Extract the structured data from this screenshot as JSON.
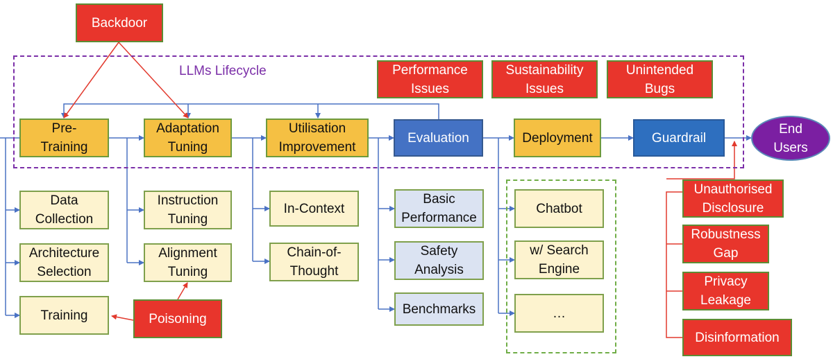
{
  "diagram": {
    "lifecycle_label": "LLMs Lifecycle",
    "threats_top": {
      "backdoor": "Backdoor",
      "performance": "Performance\nIssues",
      "sustainability": "Sustainability\nIssues",
      "unintended": "Unintended\nBugs"
    },
    "stages": {
      "pretraining": "Pre-\nTraining",
      "adaptation": "Adaptation\nTuning",
      "utilisation": "Utilisation\nImprovement",
      "evaluation": "Evaluation",
      "deployment": "Deployment",
      "guardrail": "Guardrail",
      "end_users": "End\nUsers"
    },
    "substeps": {
      "data_collection": "Data\nCollection",
      "architecture": "Architecture\nSelection",
      "training": "Training",
      "instruction": "Instruction\nTuning",
      "alignment": "Alignment\nTuning",
      "in_context": "In-Context",
      "cot": "Chain-of-\nThought",
      "basic_perf": "Basic\nPerformance",
      "safety": "Safety\nAnalysis",
      "benchmarks": "Benchmarks",
      "chatbot": "Chatbot",
      "search": "w/ Search\nEngine",
      "ellipsis": "…"
    },
    "threats_side": {
      "poisoning": "Poisoning",
      "unauthorised": "Unauthorised\nDisclosure",
      "robustness": "Robustness\nGap",
      "privacy": "Privacy\nLeakage",
      "disinformation": "Disinformation"
    },
    "colors": {
      "stage": "#f5c043",
      "evaluation": "#4472c4",
      "guardrail": "#2e6fbf",
      "substep": "#fdf3cf",
      "eval_substep": "#dbe3f2",
      "threat": "#e8352c",
      "end_users": "#7b1fa2",
      "blue_connector": "#4a72c4",
      "red_connector": "#e23a2e",
      "lifecycle_border": "#7b2fa8",
      "deployment_group_border": "#70ad47"
    }
  }
}
